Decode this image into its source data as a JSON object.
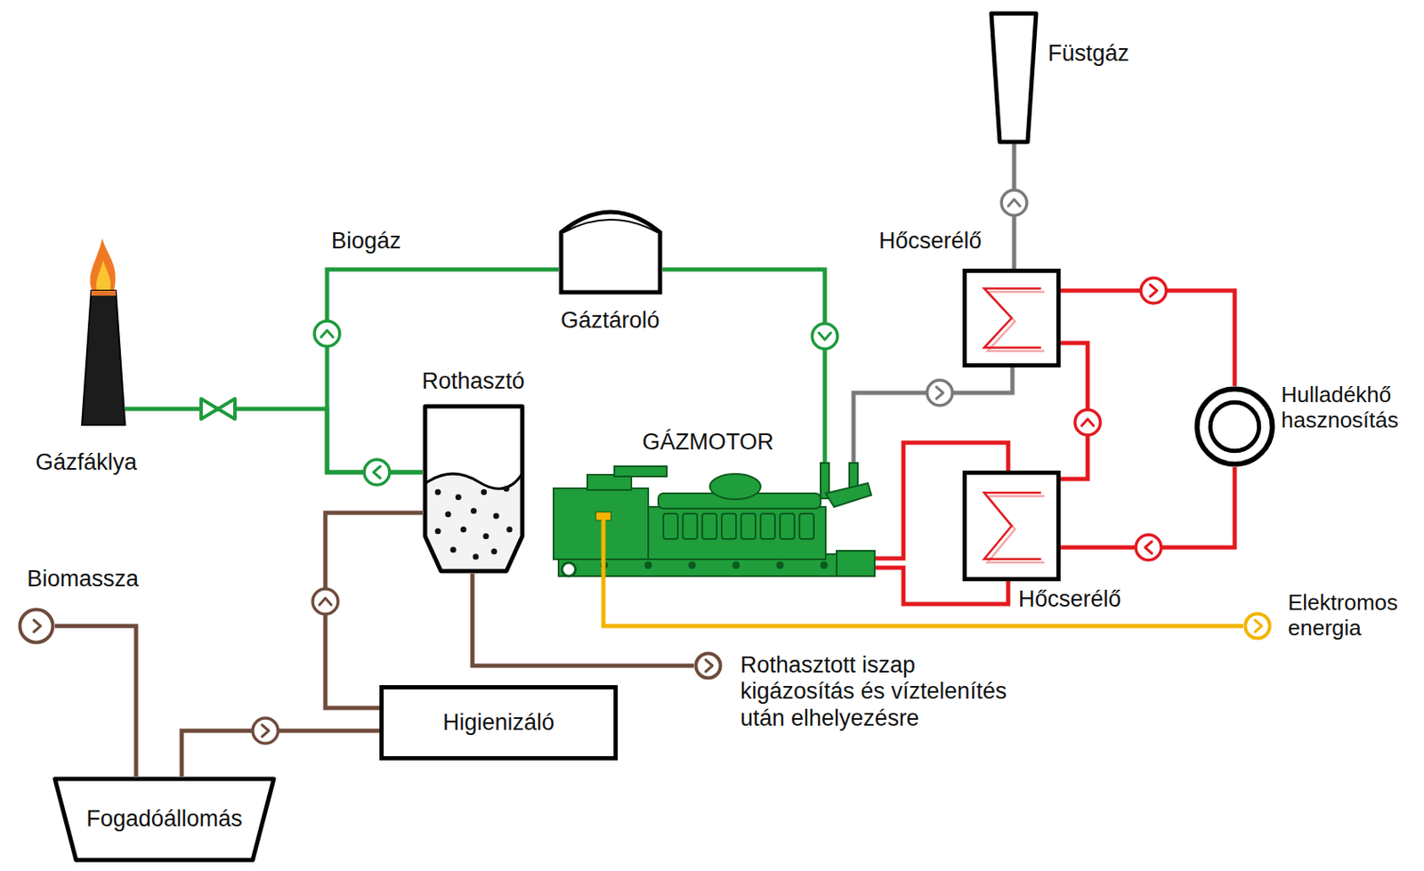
{
  "diagram": {
    "nodes": [
      {
        "text": [
          "Füstgáz"
        ]
      },
      {
        "text": [
          "Gáztároló"
        ]
      },
      {
        "text": [
          "Hőcserélő"
        ]
      },
      {
        "text": [
          "Rothasztó"
        ]
      },
      {
        "text": [
          "Gázfáklya"
        ]
      },
      {
        "text": [
          "GÁZMOTOR"
        ]
      },
      {
        "text": [
          "Hulladékhő hasznosítás"
        ]
      },
      {
        "text": [
          "Hőcserélő"
        ]
      },
      {
        "text": [
          "Biomassza"
        ]
      },
      {
        "text": [
          "Elektromos energia"
        ]
      },
      {
        "text": [
          "Rothasztott iszap kigázosítás és víztelenítés után elhelyezésre"
        ]
      },
      {
        "text": [
          "Higienizáló"
        ]
      },
      {
        "text": [
          "Fogadóállomás"
        ]
      }
    ],
    "edges": [
      {
        "from": 3,
        "to": 1,
        "arrow": "to"
      },
      {
        "from": 3,
        "to": 4,
        "arrow": "to"
      },
      {
        "from": 1,
        "to": 5,
        "arrow": "to"
      },
      {
        "from": 8,
        "to": 12,
        "arrow": "to"
      },
      {
        "from": 12,
        "to": 11,
        "arrow": "to"
      },
      {
        "from": 11,
        "to": 3,
        "arrow": "to"
      },
      {
        "from": 3,
        "to": 10,
        "arrow": "to"
      },
      {
        "from": 5,
        "to": 2,
        "arrow": "to"
      },
      {
        "from": 2,
        "to": 0,
        "arrow": "to"
      },
      {
        "from": 5,
        "to": 7,
        "arrow": "none"
      },
      {
        "from": 7,
        "to": 2,
        "arrow": "to"
      },
      {
        "from": 2,
        "to": 6,
        "arrow": "to"
      },
      {
        "from": 6,
        "to": 7,
        "arrow": "to"
      },
      {
        "from": 5,
        "to": 9,
        "arrow": "to"
      }
    ],
    "labels": [
      "Biogáz"
    ]
  }
}
